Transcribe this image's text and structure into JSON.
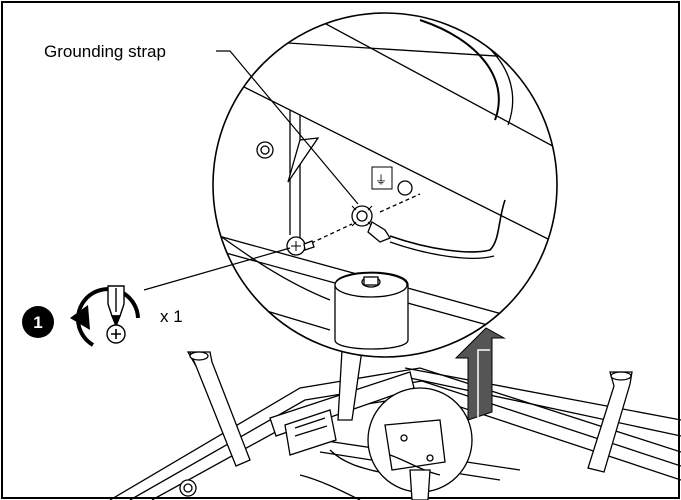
{
  "callout": {
    "label": "Grounding strap"
  },
  "step": {
    "number": "1",
    "quantity": "x 1"
  },
  "detail_mark": {
    "ground_symbol": "⏚"
  },
  "icons": {
    "step_badge": "step-number-badge-icon",
    "rotate": "counterclockwise-rotation-arrow-icon",
    "screwdriver": "phillips-screwdriver-icon",
    "screw": "phillips-screw-head-icon",
    "lift_arrow": "lift-up-arrow-icon"
  },
  "colors": {
    "line": "#000000",
    "background": "#ffffff",
    "badge": "#000000",
    "lift_arrow": "#555555"
  }
}
